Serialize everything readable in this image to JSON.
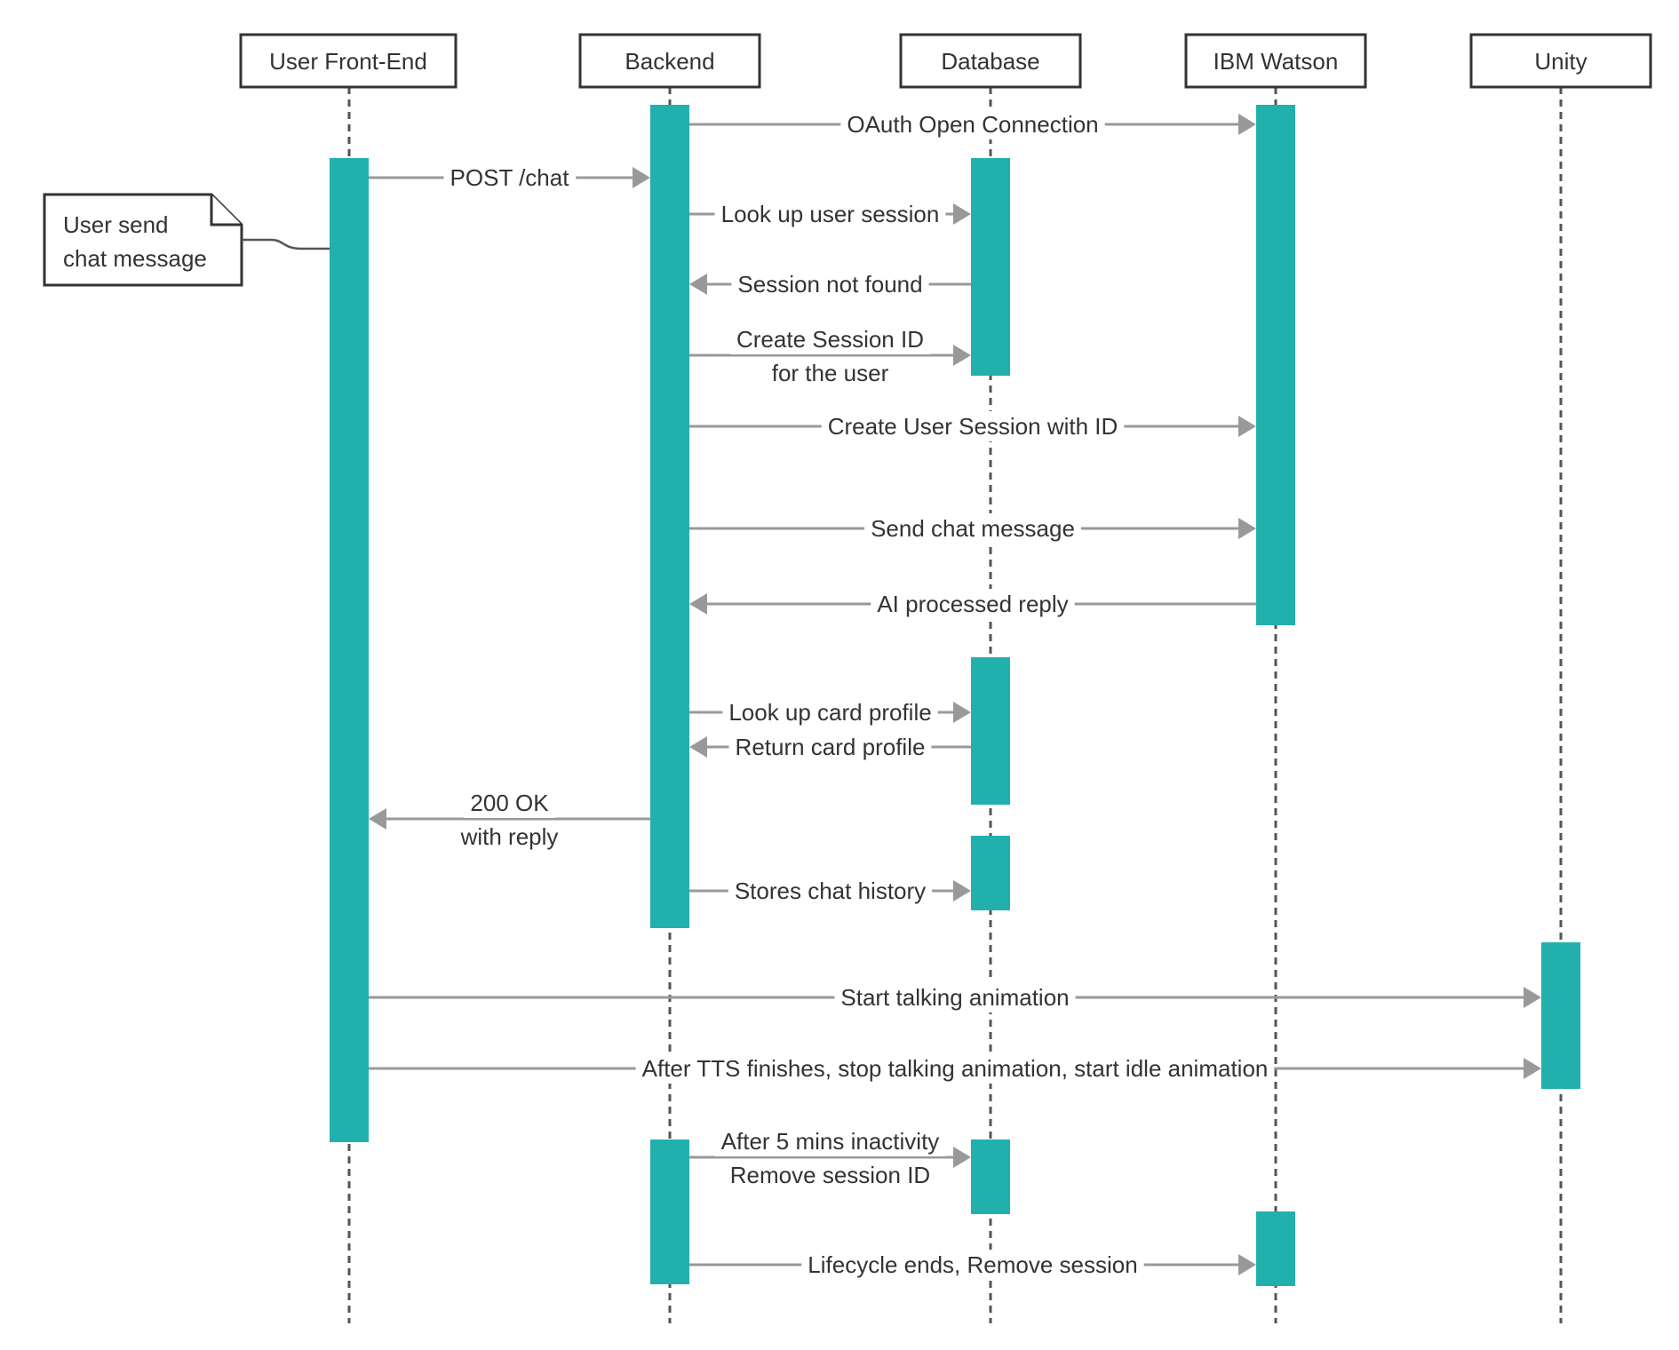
{
  "diagram": {
    "colors": {
      "activation": "#22b0ad",
      "arrow": "#999999",
      "text": "#333333",
      "box_border": "#333333"
    },
    "participants": [
      {
        "id": "frontend",
        "label": "User Front-End"
      },
      {
        "id": "backend",
        "label": "Backend"
      },
      {
        "id": "database",
        "label": "Database"
      },
      {
        "id": "watson",
        "label": "IBM Watson"
      },
      {
        "id": "unity",
        "label": "Unity"
      }
    ],
    "note": {
      "lines": [
        "User send",
        "chat message"
      ],
      "attached_to": "frontend"
    },
    "messages": [
      {
        "from": "backend",
        "to": "watson",
        "lines": [
          "OAuth Open Connection"
        ]
      },
      {
        "from": "frontend",
        "to": "backend",
        "lines": [
          "POST /chat"
        ]
      },
      {
        "from": "backend",
        "to": "database",
        "lines": [
          "Look up user session"
        ]
      },
      {
        "from": "database",
        "to": "backend",
        "lines": [
          "Session not found"
        ]
      },
      {
        "from": "backend",
        "to": "database",
        "lines": [
          "Create Session ID",
          "for the user"
        ]
      },
      {
        "from": "backend",
        "to": "watson",
        "lines": [
          "Create User Session with ID"
        ]
      },
      {
        "from": "backend",
        "to": "watson",
        "lines": [
          "Send chat message"
        ]
      },
      {
        "from": "watson",
        "to": "backend",
        "lines": [
          "AI processed reply"
        ]
      },
      {
        "from": "backend",
        "to": "database",
        "lines": [
          "Look up card profile"
        ]
      },
      {
        "from": "database",
        "to": "backend",
        "lines": [
          "Return card profile"
        ]
      },
      {
        "from": "backend",
        "to": "frontend",
        "lines": [
          "200 OK",
          "with reply"
        ]
      },
      {
        "from": "backend",
        "to": "database",
        "lines": [
          "Stores chat history"
        ]
      },
      {
        "from": "frontend",
        "to": "unity",
        "lines": [
          "Start talking animation"
        ]
      },
      {
        "from": "frontend",
        "to": "unity",
        "lines": [
          "After TTS finishes, stop talking animation, start idle animation"
        ]
      },
      {
        "from": "backend",
        "to": "database",
        "lines": [
          "After 5 mins inactivity",
          "Remove session ID"
        ]
      },
      {
        "from": "backend",
        "to": "watson",
        "lines": [
          "Lifecycle ends, Remove session"
        ]
      }
    ]
  }
}
